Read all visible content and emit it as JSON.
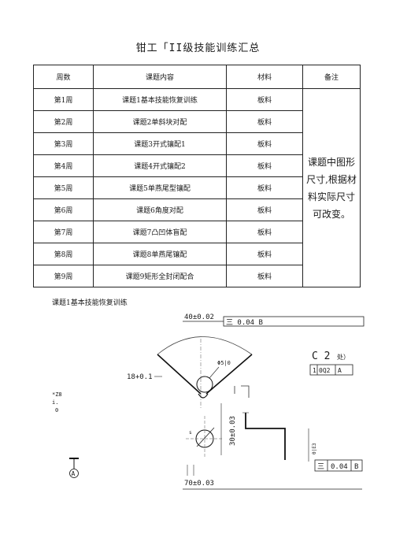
{
  "title": "钳工「II级技能训练汇总",
  "table": {
    "headers": [
      "周数",
      "课题内容",
      "材料",
      "备注"
    ],
    "rows": [
      [
        "第1周",
        "课题1基本技能恢复训练",
        "板料"
      ],
      [
        "第2周",
        "课题2单斜块对配",
        "板料"
      ],
      [
        "第3周",
        "课题3开式镶配1",
        "板料"
      ],
      [
        "第4周",
        "课题4开式镶配2",
        "板料"
      ],
      [
        "第5周",
        "课题5单燕尾型镶配",
        "板料"
      ],
      [
        "第6周",
        "课题6角度对配",
        "板料"
      ],
      [
        "第7周",
        "课题7凸凹体盲配",
        "板料"
      ],
      [
        "第8周",
        "课题8单燕尾镶配",
        "板料"
      ],
      [
        "第9周",
        "课题9矩形全封闭配合",
        "板料"
      ]
    ],
    "remark_lines": [
      "课题中图形",
      "尺寸,根据材",
      "料实际尺寸",
      "可改变。"
    ]
  },
  "section_label": "课题1基本技能恢复训练",
  "drawing": {
    "dim_top": "40±0.02",
    "tol_frame_top": "三 0.04 B",
    "chamfer_note": "C 2",
    "chamfer_suffix": "处）",
    "tol_frame_right": [
      "1",
      "0Q2",
      "A"
    ],
    "dim_left": "18+0.1",
    "circle_dia": "Φ5|0",
    "dim_vertical": "30±0.03",
    "dim_small_vertical": "0|E3",
    "tol_frame_bottom": [
      "三",
      "0.04",
      "B"
    ],
    "dim_bottom": "70±0.03",
    "datum_label": "A",
    "side_note": [
      "*Z8",
      "i.",
      "0"
    ],
    "point_mark": "s"
  }
}
